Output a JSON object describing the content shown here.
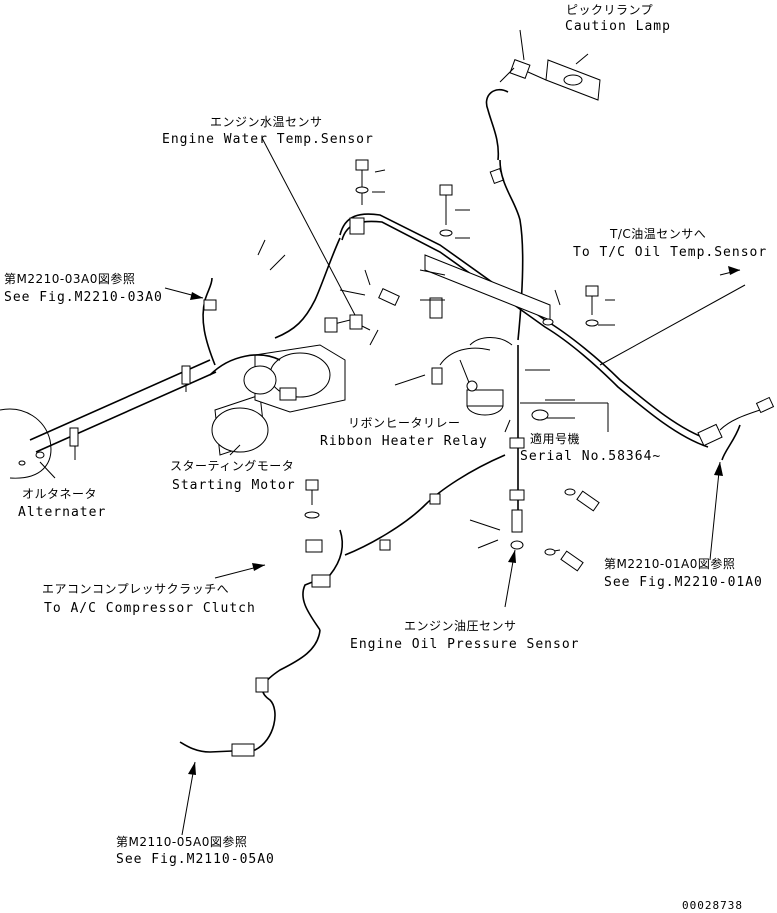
{
  "labels": {
    "caution_lamp_jp": "ピックリランプ",
    "caution_lamp_en": "Caution Lamp",
    "water_temp_jp": "エンジン水温センサ",
    "water_temp_en": "Engine Water Temp.Sensor",
    "tc_oil_jp": "T/C油温センサへ",
    "tc_oil_en": "To T/C Oil Temp.Sensor",
    "ref_m2210_03_jp": "第M2210-03A0図参照",
    "ref_m2210_03_en": "See Fig.M2210-03A0",
    "ribbon_jp": "リボンヒータリレー",
    "ribbon_en": "Ribbon Heater Relay",
    "serial_jp": "適用号機",
    "serial_en": "Serial No.58364~",
    "starting_jp": "スターティングモータ",
    "starting_en": "Starting Motor",
    "alternator_jp": "オルタネータ",
    "alternator_en": "Alternater",
    "ac_jp": "エアコンコンプレッサクラッチへ",
    "ac_en": "To A/C Compressor Clutch",
    "ref_m2210_01_jp": "第M2210-01A0図参照",
    "ref_m2210_01_en": "See Fig.M2210-01A0",
    "oil_press_jp": "エンジン油圧センサ",
    "oil_press_en": "Engine Oil Pressure Sensor",
    "ref_m2110_05_jp": "第M2110-05A0図参照",
    "ref_m2110_05_en": "See Fig.M2110-05A0",
    "drawing_no": "00028738"
  }
}
